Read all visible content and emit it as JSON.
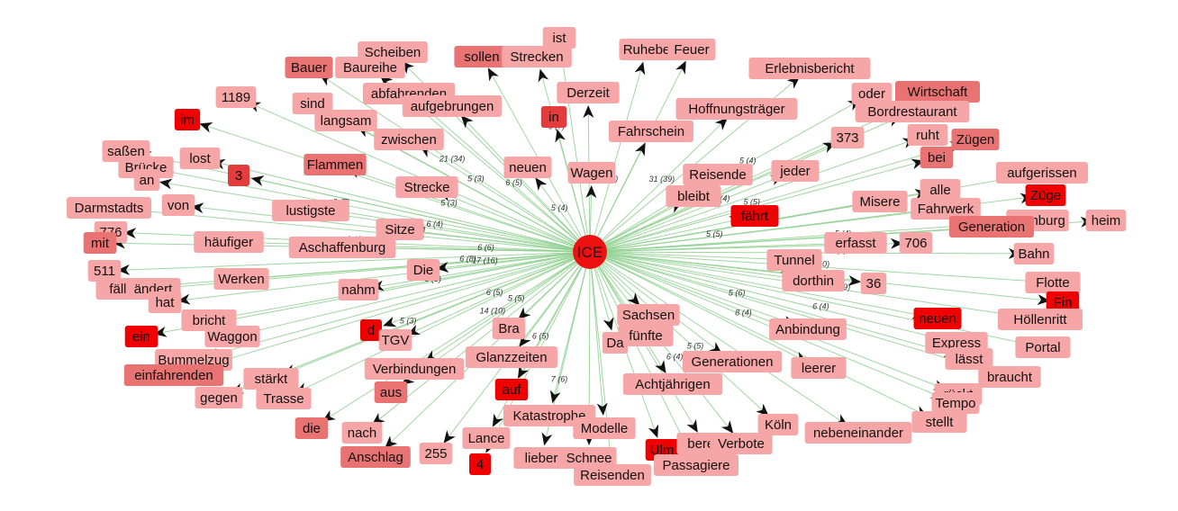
{
  "graph": {
    "hub": {
      "label": "ICE",
      "color": "#ee1111"
    },
    "edge_color": "#8fd08f",
    "arrow_color": "#111111",
    "node_colors": {
      "light": "#f6a6a6",
      "mid": "#e97373",
      "strong": "#e43c3c",
      "red": "#f00000"
    },
    "nodes": [
      {
        "label": "ist",
        "tone": "light"
      },
      {
        "label": "Ruhebe",
        "tone": "light"
      },
      {
        "label": "Feuer",
        "tone": "light"
      },
      {
        "label": "Scheiben",
        "tone": "light"
      },
      {
        "label": "Bauer",
        "tone": "mid"
      },
      {
        "label": "Baureihe",
        "tone": "light"
      },
      {
        "label": "sollen",
        "tone": "mid"
      },
      {
        "label": "Strecken",
        "tone": "light"
      },
      {
        "label": "Erlebnisbericht",
        "tone": "light"
      },
      {
        "label": "1189",
        "tone": "light"
      },
      {
        "label": "abfahrenden",
        "tone": "light"
      },
      {
        "label": "aufgebrungen",
        "tone": "light"
      },
      {
        "label": "Derzeit",
        "tone": "light"
      },
      {
        "label": "oder",
        "tone": "light"
      },
      {
        "label": "Wirtschaft",
        "tone": "mid"
      },
      {
        "label": "sind",
        "tone": "light"
      },
      {
        "label": "im",
        "tone": "red"
      },
      {
        "label": "langsam",
        "tone": "light"
      },
      {
        "label": "in",
        "tone": "strong"
      },
      {
        "label": "Hoffnungsträger",
        "tone": "light"
      },
      {
        "label": "Bordrestaurant",
        "tone": "light"
      },
      {
        "label": "Fahrschein",
        "tone": "light"
      },
      {
        "label": "zwischen",
        "tone": "light"
      },
      {
        "label": "373",
        "tone": "light"
      },
      {
        "label": "ruht",
        "tone": "light"
      },
      {
        "label": "Zügen",
        "tone": "mid"
      },
      {
        "label": "saßen",
        "tone": "light"
      },
      {
        "label": "lost",
        "tone": "light"
      },
      {
        "label": "Brücke",
        "tone": "light"
      },
      {
        "label": "bei",
        "tone": "mid"
      },
      {
        "label": "Flammen",
        "tone": "mid"
      },
      {
        "label": "an",
        "tone": "light"
      },
      {
        "label": "3",
        "tone": "strong"
      },
      {
        "label": "Strecke",
        "tone": "light"
      },
      {
        "label": "neuen",
        "tone": "light"
      },
      {
        "label": "Wagen",
        "tone": "light"
      },
      {
        "label": "Reisende",
        "tone": "light"
      },
      {
        "label": "jeder",
        "tone": "light"
      },
      {
        "label": "aufgerissen",
        "tone": "light"
      },
      {
        "label": "Darmstadts",
        "tone": "light"
      },
      {
        "label": "von",
        "tone": "light"
      },
      {
        "label": "lustigste",
        "tone": "light"
      },
      {
        "label": "bleibt",
        "tone": "light"
      },
      {
        "label": "Misere",
        "tone": "light"
      },
      {
        "label": "alle",
        "tone": "light"
      },
      {
        "label": "Züge",
        "tone": "red"
      },
      {
        "label": "Fahrwerk",
        "tone": "light"
      },
      {
        "label": "Hamburg",
        "tone": "light"
      },
      {
        "label": "heim",
        "tone": "light"
      },
      {
        "label": "776",
        "tone": "light"
      },
      {
        "label": "Sitze",
        "tone": "light"
      },
      {
        "label": "fährt",
        "tone": "red"
      },
      {
        "label": "Generation",
        "tone": "mid"
      },
      {
        "label": "mit",
        "tone": "mid"
      },
      {
        "label": "häufiger",
        "tone": "light"
      },
      {
        "label": "Aschaffenburg",
        "tone": "light"
      },
      {
        "label": "erfasst",
        "tone": "light"
      },
      {
        "label": "706",
        "tone": "light"
      },
      {
        "label": "Bahn",
        "tone": "light"
      },
      {
        "label": "Tunnel",
        "tone": "light"
      },
      {
        "label": "511",
        "tone": "light"
      },
      {
        "label": "Werken",
        "tone": "light"
      },
      {
        "label": "dorthin",
        "tone": "light"
      },
      {
        "label": "36",
        "tone": "light"
      },
      {
        "label": "Flotte",
        "tone": "light"
      },
      {
        "label": "fällt",
        "tone": "light"
      },
      {
        "label": "ändert",
        "tone": "light"
      },
      {
        "label": "Die",
        "tone": "light"
      },
      {
        "label": "nahm",
        "tone": "light"
      },
      {
        "label": "hat",
        "tone": "light"
      },
      {
        "label": "Fin",
        "tone": "red"
      },
      {
        "label": "bricht",
        "tone": "light"
      },
      {
        "label": "neuen",
        "tone": "red"
      },
      {
        "label": "Höllenritt",
        "tone": "light"
      },
      {
        "label": "Sachsen",
        "tone": "light"
      },
      {
        "label": "Anbindung",
        "tone": "light"
      },
      {
        "label": "ein",
        "tone": "red"
      },
      {
        "label": "Waggon",
        "tone": "light"
      },
      {
        "label": "d",
        "tone": "red"
      },
      {
        "label": "TGV",
        "tone": "light"
      },
      {
        "label": "Bra",
        "tone": "light"
      },
      {
        "label": "fünfte",
        "tone": "light"
      },
      {
        "label": "Express",
        "tone": "light"
      },
      {
        "label": "Portal",
        "tone": "light"
      },
      {
        "label": "Bummelzug",
        "tone": "light"
      },
      {
        "label": "Verbindungen",
        "tone": "light"
      },
      {
        "label": "Glanzzeiten",
        "tone": "light"
      },
      {
        "label": "Da",
        "tone": "light"
      },
      {
        "label": "Generationen",
        "tone": "light"
      },
      {
        "label": "leerer",
        "tone": "light"
      },
      {
        "label": "lässt",
        "tone": "light"
      },
      {
        "label": "braucht",
        "tone": "light"
      },
      {
        "label": "einfahrenden",
        "tone": "mid"
      },
      {
        "label": "stärkt",
        "tone": "light"
      },
      {
        "label": "gegen",
        "tone": "light"
      },
      {
        "label": "Trasse",
        "tone": "light"
      },
      {
        "label": "aus",
        "tone": "mid"
      },
      {
        "label": "auf",
        "tone": "red"
      },
      {
        "label": "Achtjährigen",
        "tone": "light"
      },
      {
        "label": "rückt",
        "tone": "light"
      },
      {
        "label": "Tempo",
        "tone": "light"
      },
      {
        "label": "Katastrophe",
        "tone": "light"
      },
      {
        "label": "Modelle",
        "tone": "light"
      },
      {
        "label": "Köln",
        "tone": "light"
      },
      {
        "label": "nebeneinander",
        "tone": "light"
      },
      {
        "label": "stellt",
        "tone": "light"
      },
      {
        "label": "die",
        "tone": "mid"
      },
      {
        "label": "nach",
        "tone": "light"
      },
      {
        "label": "Lance",
        "tone": "light"
      },
      {
        "label": "Anschlag",
        "tone": "mid"
      },
      {
        "label": "255",
        "tone": "light"
      },
      {
        "label": "4",
        "tone": "red"
      },
      {
        "label": "lieber",
        "tone": "light"
      },
      {
        "label": "Schnee",
        "tone": "light"
      },
      {
        "label": "Ulm",
        "tone": "red"
      },
      {
        "label": "bereit",
        "tone": "light"
      },
      {
        "label": "Reisenden",
        "tone": "light"
      },
      {
        "label": "Passagiere",
        "tone": "light"
      },
      {
        "label": "Verbote",
        "tone": "light"
      }
    ],
    "edge_labels": [
      "5 (5)",
      "21 (34)",
      "6 (7)",
      "6 (5)",
      "5 (4)",
      "5 (3)",
      "31 (39)",
      "5 (3)",
      "5 (5)",
      "8 (7)",
      "6 (4)",
      "5 (4)",
      "21 (4)",
      "5 (4)",
      "6 (5)",
      "5 (5)",
      "6 (4)",
      "5 (4)",
      "6 (6)",
      "5 (4)",
      "6 (8)",
      "13 (10)",
      "17 (16)",
      "7 (8)",
      "8 (9)",
      "5 (5)",
      "6 (5)",
      "6 (4)",
      "5 (5)",
      "5 (3)",
      "5 (6)",
      "5 (3)",
      "6 (5)",
      "8 (4)",
      "5 (5)",
      "14 (10)",
      "18 (23)",
      "7 (6)",
      "5 (5)",
      "6 (4)"
    ]
  }
}
